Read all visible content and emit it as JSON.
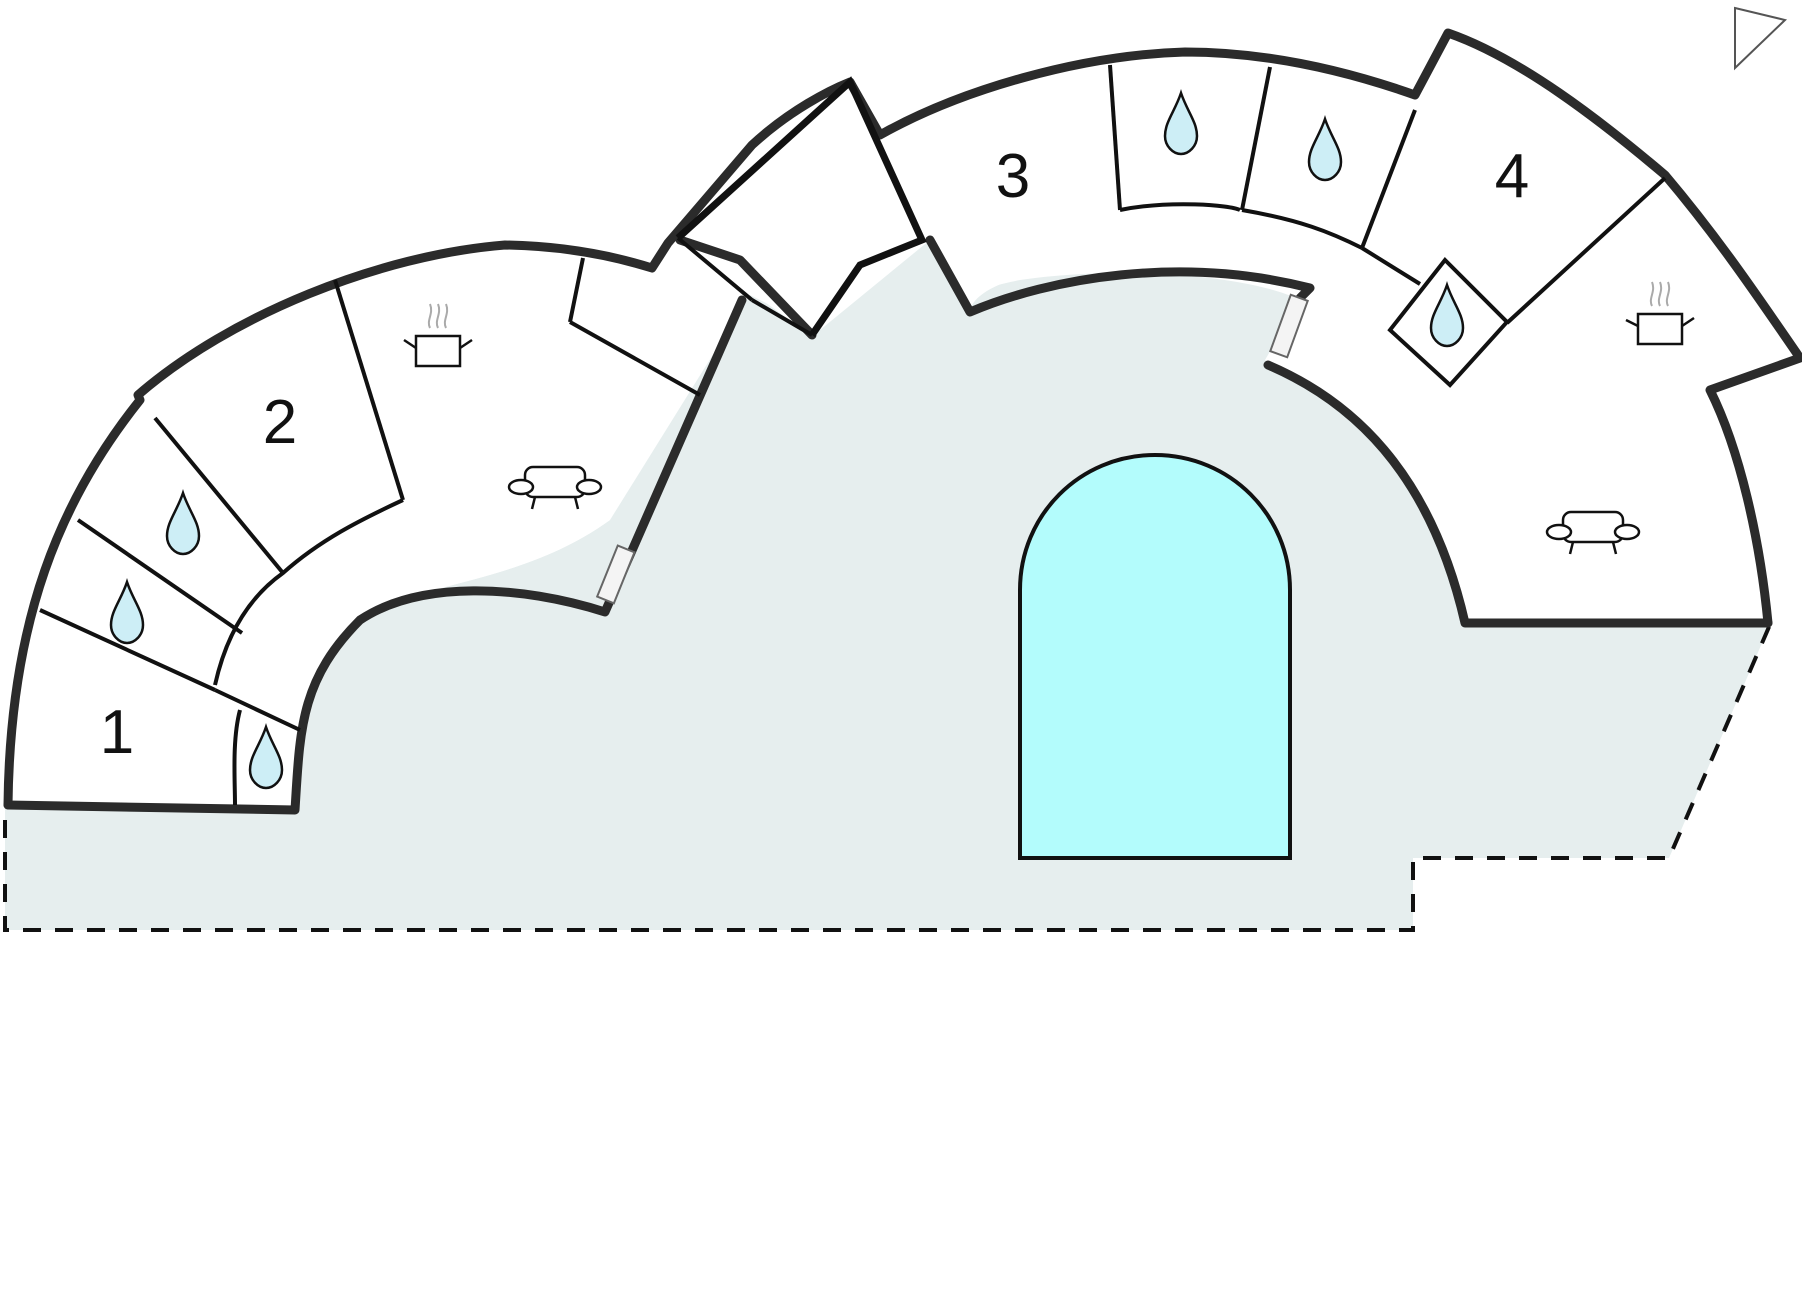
{
  "rooms": [
    {
      "label": "1"
    },
    {
      "label": "2"
    },
    {
      "label": "3"
    },
    {
      "label": "4"
    }
  ],
  "colors": {
    "terrace": "#e6eeee",
    "pool": "#b3fcfc",
    "water_drop": "#cdeef6",
    "wall": "#2b2b2b",
    "room_fill": "#ffffff"
  },
  "icons": {
    "bathroom": "water-drop-icon",
    "kitchen": "cooking-pot-icon",
    "living": "sofa-icon",
    "door": "door-glass-icon",
    "north": "north-arrow-icon"
  }
}
